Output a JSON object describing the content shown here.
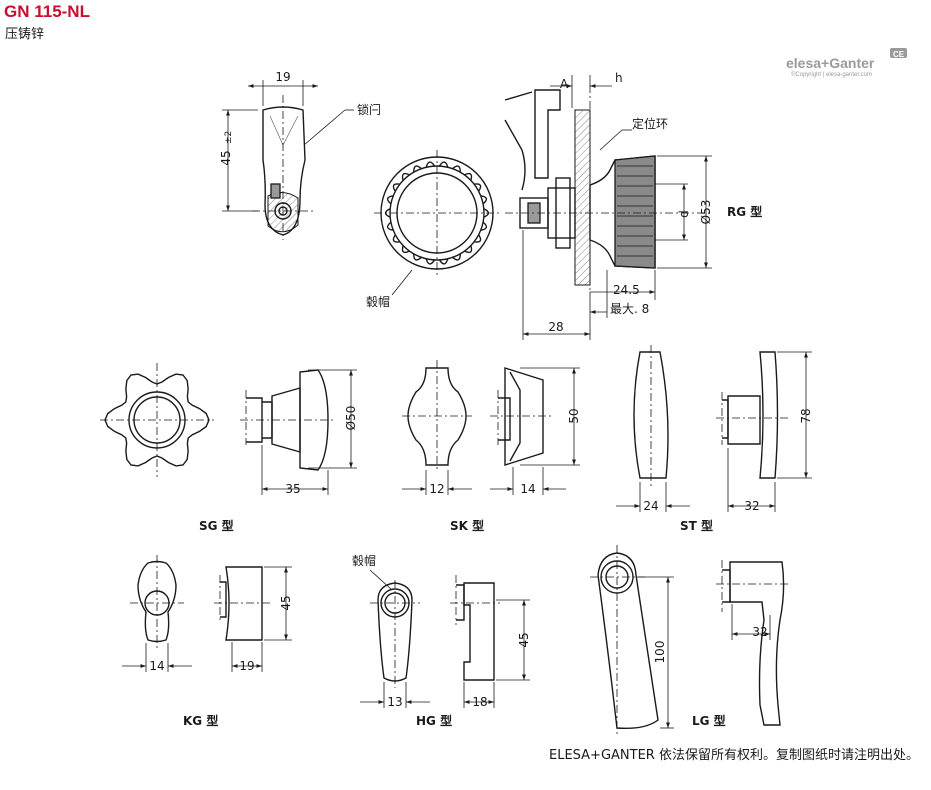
{
  "header": {
    "title": "GN 115-NL",
    "subtitle": "压铸锌"
  },
  "logo": {
    "brand": "elesa+Ganter",
    "copyright_line": "©Copyright | elesa-ganter.com",
    "mark": "CE"
  },
  "rg": {
    "dims": {
      "width": "19",
      "length": "45",
      "tolerance": "±2",
      "shift": "24.5",
      "max": "最大. 8",
      "dia": "Ø53",
      "d": "d",
      "a": "A",
      "h": "h",
      "depth": "28"
    },
    "labels": {
      "latch": "锁闩",
      "hub": "毂帽",
      "ring": "定位环",
      "type": "RG 型"
    }
  },
  "sg": {
    "dia": "Ø50",
    "depth": "35",
    "type": "SG 型"
  },
  "sk": {
    "width": "12",
    "height": "50",
    "depth": "14",
    "type": "SK 型"
  },
  "st": {
    "width": "24",
    "height": "78",
    "depth": "32",
    "type": "ST 型"
  },
  "kg": {
    "width": "14",
    "height": "45",
    "depth": "19",
    "type": "KG 型"
  },
  "hg": {
    "hub": "毂帽",
    "width": "13",
    "height": "45",
    "depth": "18",
    "type": "HG 型"
  },
  "lg": {
    "height": "100",
    "depth": "32",
    "type": "LG 型"
  },
  "footer": {
    "copyright": "ELESA+GANTER 依法保留所有权利。复制图纸时请注明出处。"
  }
}
